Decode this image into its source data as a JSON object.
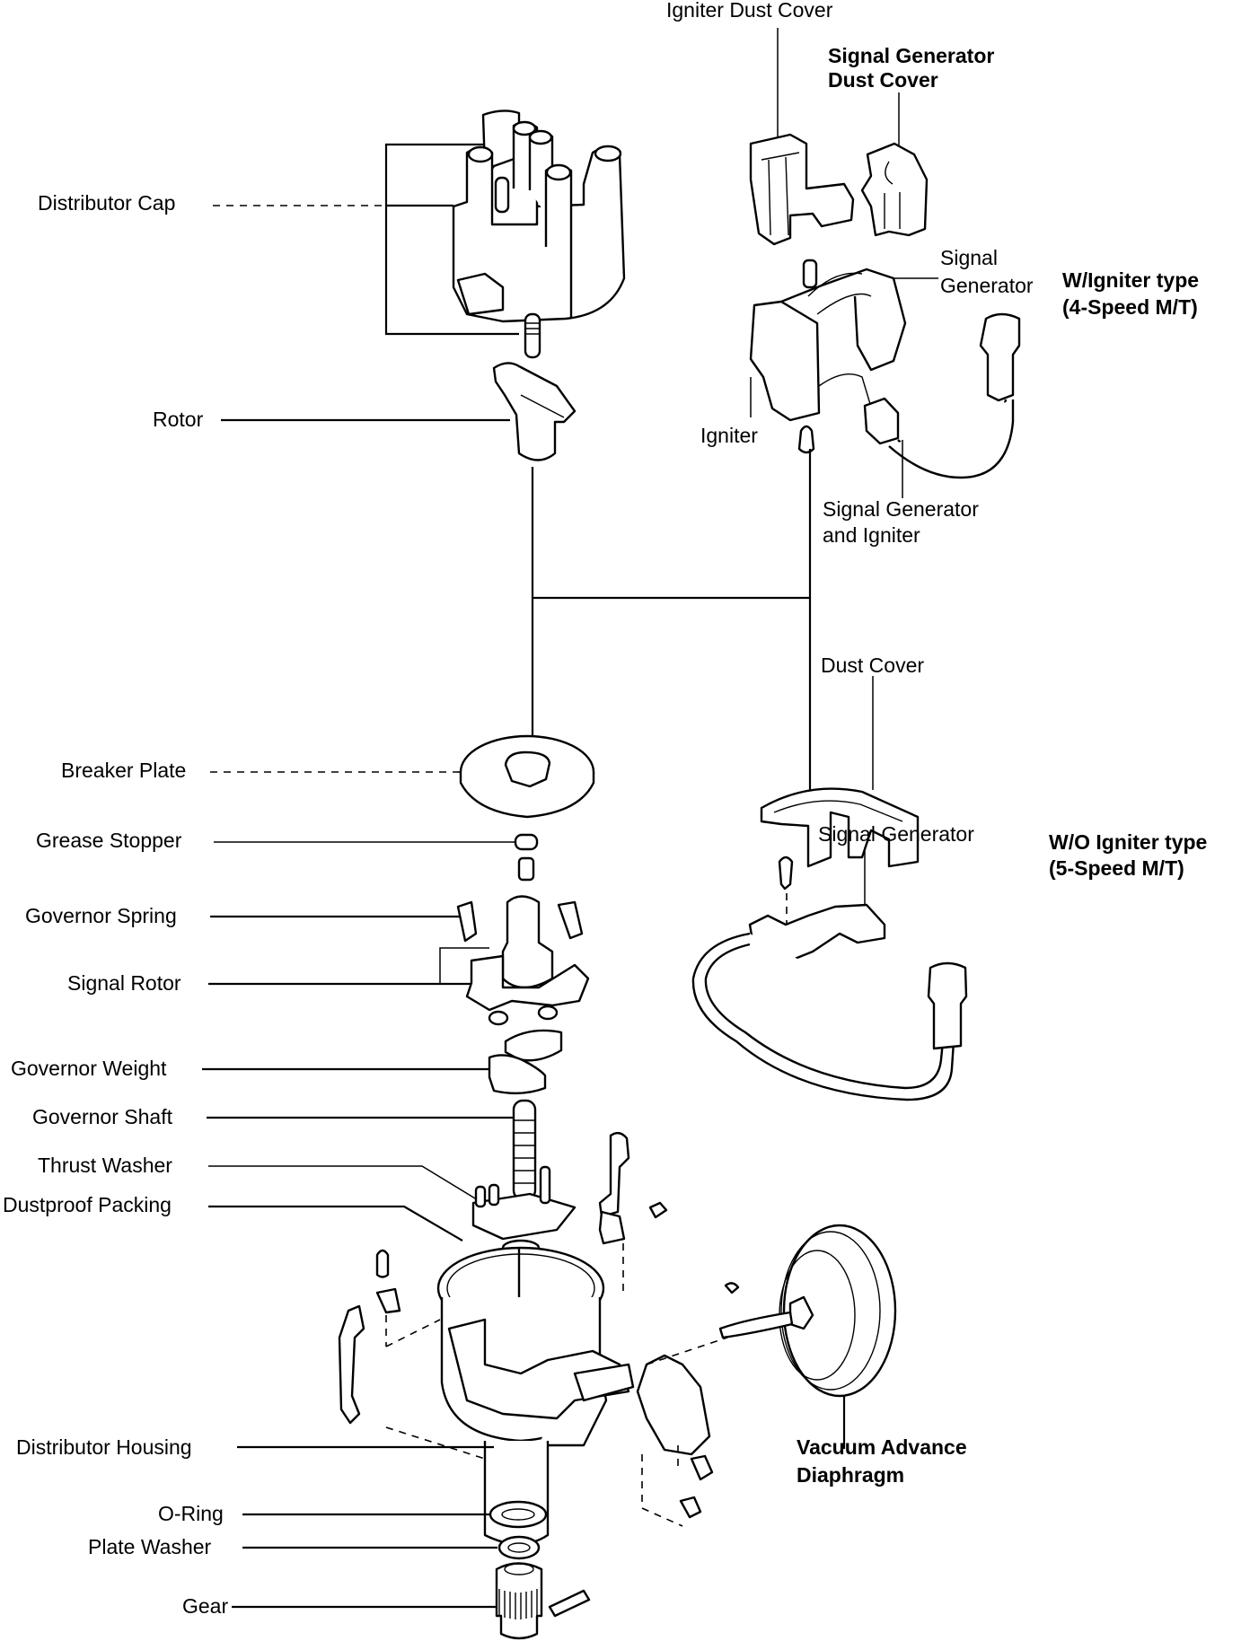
{
  "title": "Distributor exploded view",
  "labels": {
    "igniter_dust_cover": "Igniter Dust Cover",
    "signal_generator_dust_cover_1": "Signal Generator",
    "signal_generator_dust_cover_2": "Dust Cover",
    "distributor_cap": "Distributor Cap",
    "signal_generator_top_1": "Signal",
    "signal_generator_top_2": "Generator",
    "w_igniter_type_1": "W/Igniter type",
    "w_igniter_type_2": "(4-Speed M/T)",
    "rotor": "Rotor",
    "igniter": "Igniter",
    "signal_generator_and_igniter_1": "Signal Generator",
    "signal_generator_and_igniter_2": "and Igniter",
    "dust_cover": "Dust Cover",
    "breaker_plate": "Breaker Plate",
    "signal_generator_bottom": "Signal Generator",
    "wo_igniter_type_1": "W/O Igniter type",
    "wo_igniter_type_2": "(5-Speed M/T)",
    "grease_stopper": "Grease Stopper",
    "governor_spring": "Governor Spring",
    "signal_rotor": "Signal Rotor",
    "governor_weight": "Governor Weight",
    "governor_shaft": "Governor Shaft",
    "thrust_washer": "Thrust Washer",
    "dustproof_packing": "Dustproof Packing",
    "distributor_housing": "Distributor Housing",
    "vacuum_advance_1": "Vacuum Advance",
    "vacuum_advance_2": "Diaphragm",
    "o_ring": "O-Ring",
    "plate_washer": "Plate Washer",
    "gear": "Gear"
  }
}
